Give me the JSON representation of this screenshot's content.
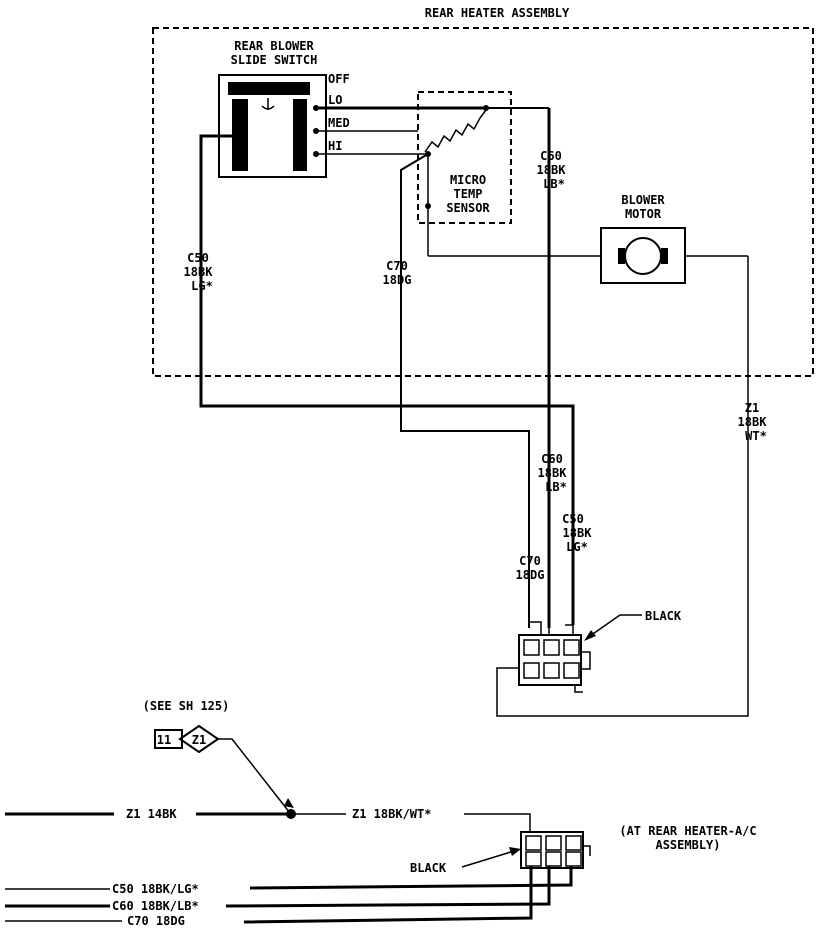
{
  "rear_heater_assembly": {
    "title": "REAR HEATER ASSEMBLY"
  },
  "slide_switch": {
    "title_line1": "REAR BLOWER",
    "title_line2": "SLIDE SWITCH",
    "positions": [
      "OFF",
      "LO",
      "MED",
      "HI"
    ]
  },
  "micro_temp_sensor": {
    "line1": "MICRO",
    "line2": "TEMP",
    "line3": "SENSOR"
  },
  "blower_motor": {
    "line1": "BLOWER",
    "line2": "MOTOR"
  },
  "wires": {
    "c50_upper": [
      "C50",
      "18BK",
      "LG*"
    ],
    "c70_upper": [
      "C70",
      "18DG"
    ],
    "c60_upper": [
      "C60",
      "18BK",
      "LB*"
    ],
    "z1_upper": [
      "Z1",
      "18BK",
      "WT*"
    ],
    "c60_lower": [
      "C60",
      "18BK",
      "LB*"
    ],
    "c50_lower": [
      "C50",
      "18BK",
      "LG*"
    ],
    "c70_lower": [
      "C70",
      "18DG"
    ]
  },
  "connector_upper": {
    "label": "BLACK"
  },
  "connector_lower": {
    "label": "BLACK",
    "location_line1": "(AT REAR HEATER-A/C",
    "location_line2": "ASSEMBLY)"
  },
  "ground_ref": {
    "see": "(SEE SH 125)",
    "label": "11",
    "code": "Z1"
  },
  "bottom_wires": {
    "z1_left": "Z1 14BK",
    "z1_right": "Z1 18BK/WT*",
    "c50": "C50 18BK/LG*",
    "c60": "C60 18BK/LB*",
    "c70": "C70 18DG"
  }
}
